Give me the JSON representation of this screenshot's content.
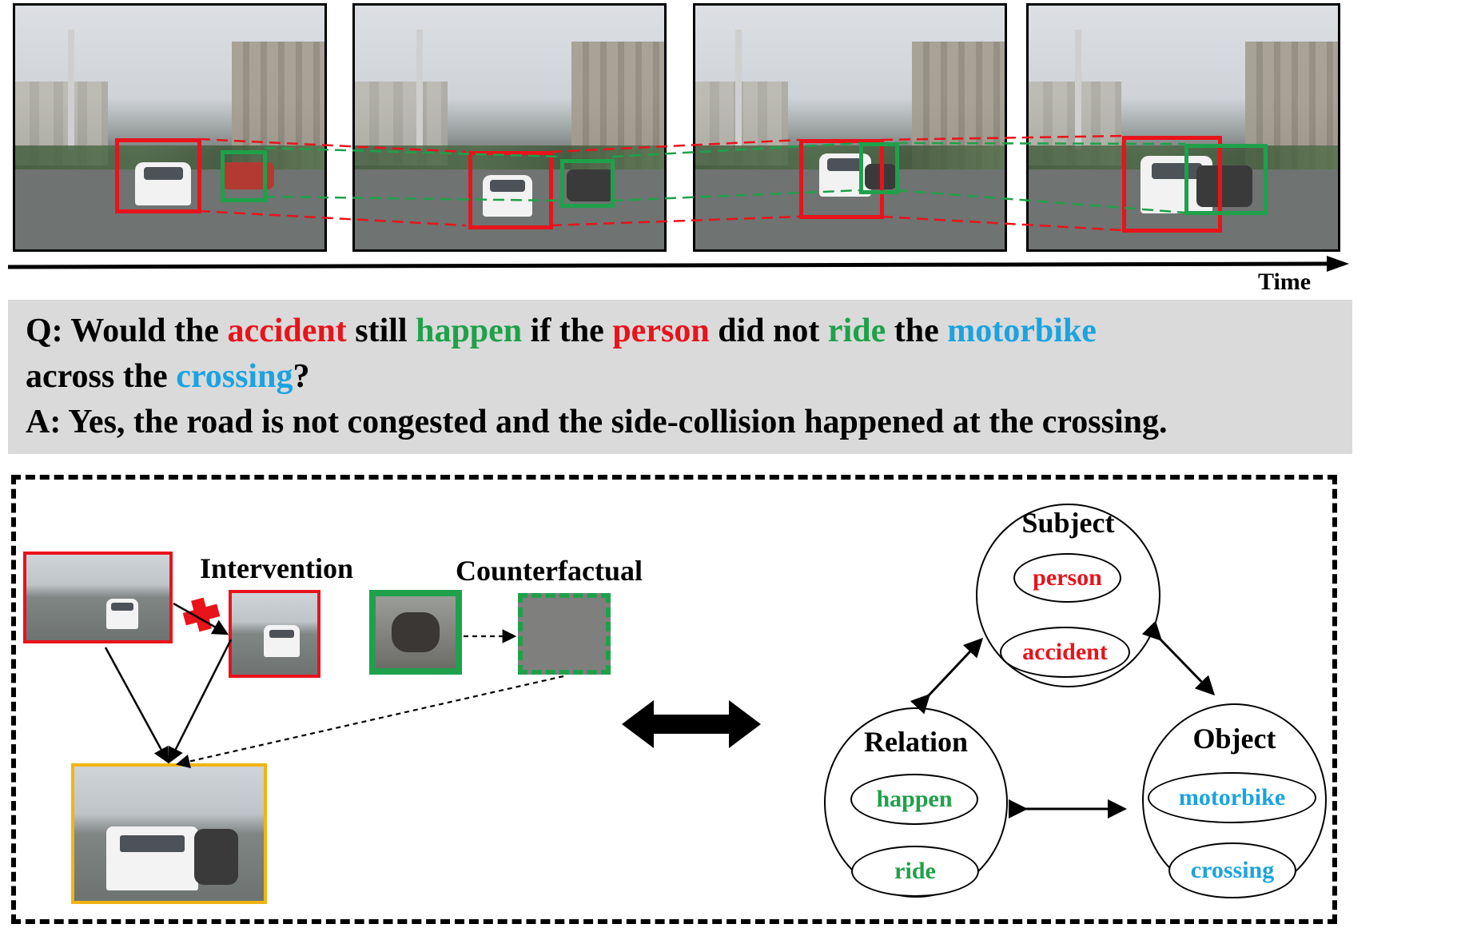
{
  "timeline": {
    "time_label": "Time"
  },
  "qa": {
    "question": [
      {
        "text": "Q: Would the ",
        "color": "black"
      },
      {
        "text": "accident",
        "color": "red"
      },
      {
        "text": " still ",
        "color": "black"
      },
      {
        "text": "happen",
        "color": "green"
      },
      {
        "text": " if the ",
        "color": "black"
      },
      {
        "text": "person",
        "color": "red"
      },
      {
        "text": " did not ",
        "color": "black"
      },
      {
        "text": "ride",
        "color": "green"
      },
      {
        "text": " the ",
        "color": "black"
      },
      {
        "text": "motorbike",
        "color": "blue"
      }
    ],
    "question_line2": [
      {
        "text": "across the ",
        "color": "black"
      },
      {
        "text": "crossing",
        "color": "blue"
      },
      {
        "text": "?",
        "color": "black"
      }
    ],
    "answer": "A: Yes, the road is not congested and the side-collision happened at the crossing."
  },
  "intervention": {
    "intervention_label": "Intervention",
    "counterfactual_label": "Counterfactual"
  },
  "graph": {
    "subject": {
      "title": "Subject",
      "items": [
        "person",
        "accident"
      ]
    },
    "relation": {
      "title": "Relation",
      "items": [
        "happen",
        "ride"
      ]
    },
    "object": {
      "title": "Object",
      "items": [
        "motorbike",
        "crossing"
      ]
    }
  },
  "colors": {
    "red": "#e8131b",
    "green": "#1ea14a",
    "blue": "#1aa3e0",
    "orange": "#f2b411",
    "qa_background": "#dadada"
  }
}
